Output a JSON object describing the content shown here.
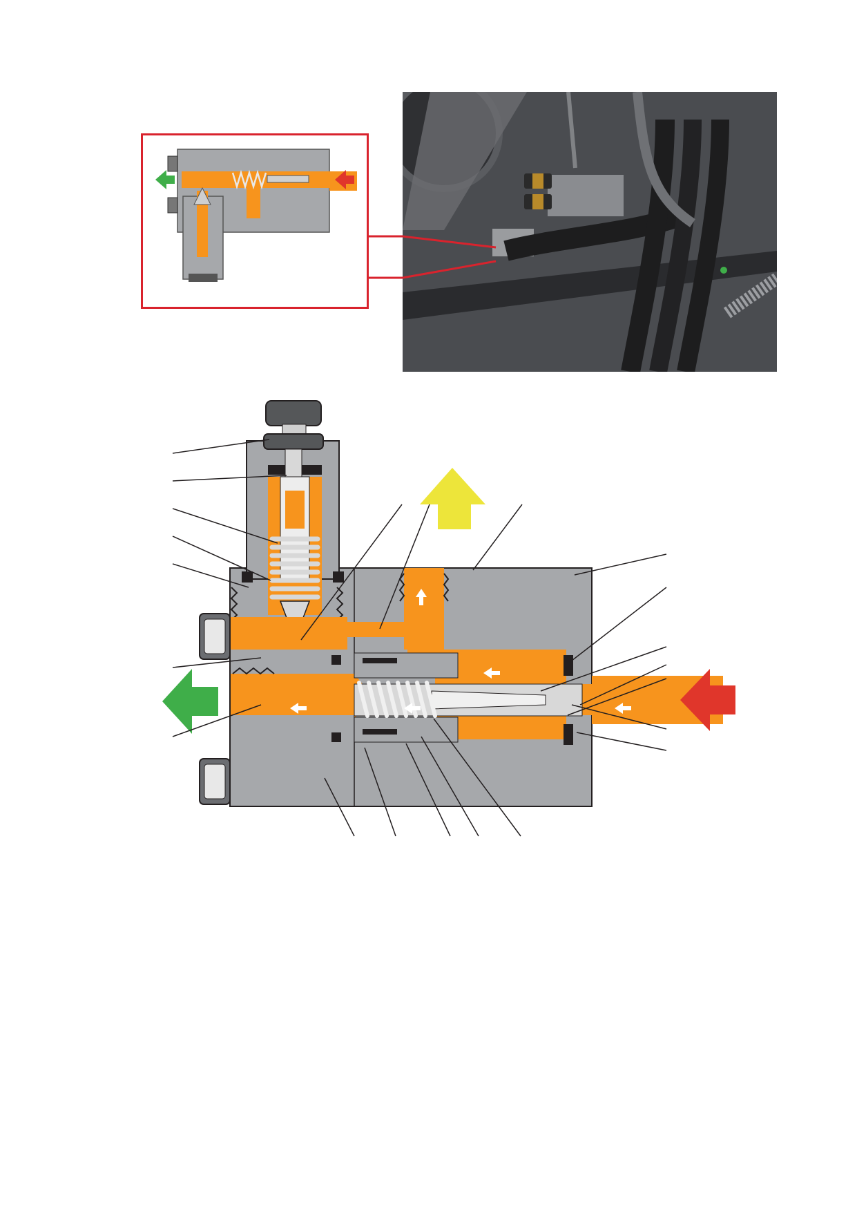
{
  "colors": {
    "body_gray": "#a6a8ab",
    "oil_orange": "#f7941d",
    "seal_black": "#231f20",
    "spring_silver": "#d8d8d8",
    "outlet_green": "#3fae49",
    "inlet_red": "#e0362b",
    "return_yellow": "#ede53a",
    "callout_red": "#d9232d",
    "leader_line": "#231f20"
  },
  "icons": {
    "inlet_arrow": "arrow-left-icon",
    "outlet_arrow": "arrow-left-icon",
    "return_arrow": "arrow-up-icon",
    "flow_arrow": "small-flow-arrow-icon"
  },
  "regions": {
    "inset_diagram": "valve-cross-section-thumbnail",
    "photo": "machine-installation-photo",
    "main_diagram": "valve-cross-section-detail"
  }
}
